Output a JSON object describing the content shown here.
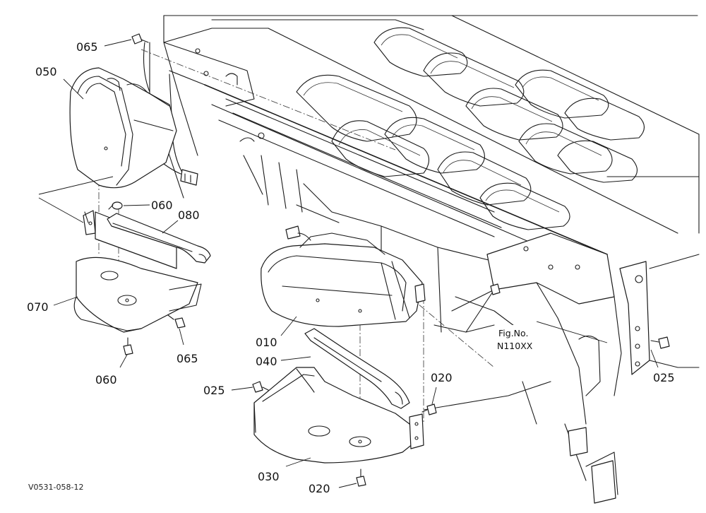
{
  "parts": {
    "p010": "010",
    "p020a": "020",
    "p020b": "020",
    "p025a": "025",
    "p025b": "025",
    "p030": "030",
    "p040": "040",
    "p050": "050",
    "p060a": "060",
    "p060b": "060",
    "p065a": "065",
    "p065b": "065",
    "p070": "070",
    "p080": "080"
  },
  "figure_ref": {
    "line1": "Fig.No.",
    "line2": "N110XX"
  },
  "drawing_code": "V0531-058-12"
}
